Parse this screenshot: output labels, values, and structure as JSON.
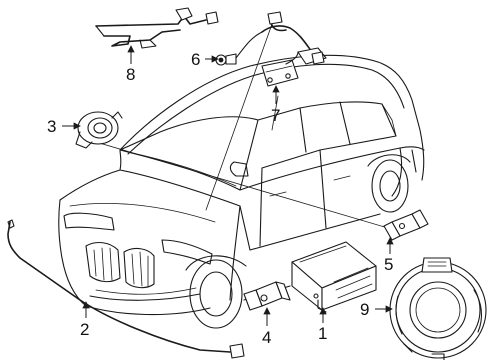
{
  "diagram": {
    "callouts": [
      {
        "id": "1",
        "label": "1"
      },
      {
        "id": "2",
        "label": "2"
      },
      {
        "id": "3",
        "label": "3"
      },
      {
        "id": "4",
        "label": "4"
      },
      {
        "id": "5",
        "label": "5"
      },
      {
        "id": "6",
        "label": "6"
      },
      {
        "id": "7",
        "label": "7"
      },
      {
        "id": "8",
        "label": "8"
      },
      {
        "id": "9",
        "label": "9"
      }
    ]
  },
  "colors": {
    "line": "#1a1a1a",
    "background": "#ffffff"
  }
}
